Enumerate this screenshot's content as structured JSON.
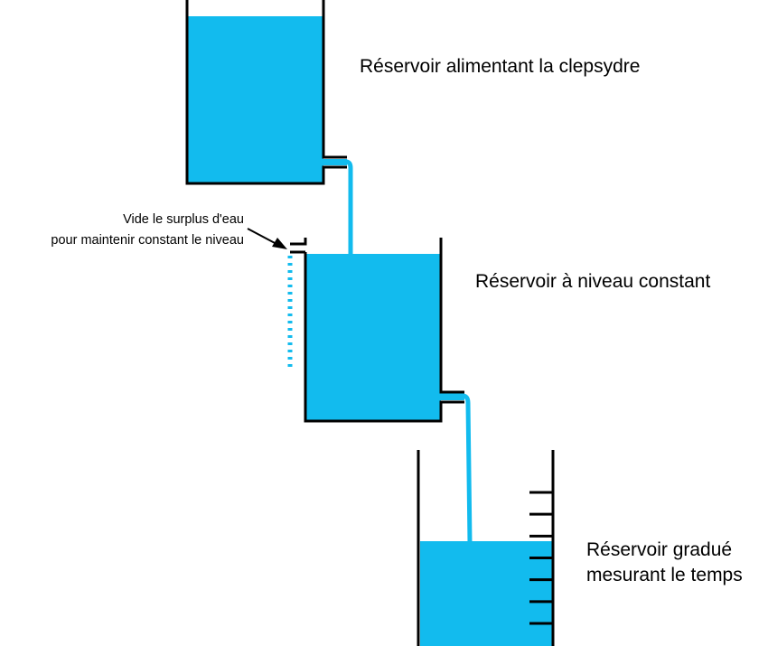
{
  "colors": {
    "water": "#12bbee",
    "outline": "#000000",
    "background": "#ffffff"
  },
  "labels": {
    "feed_reservoir": "Réservoir alimentant la clepsydre",
    "constant_reservoir": "Réservoir à niveau constant",
    "graduated_reservoir_line1": "Réservoir gradué",
    "graduated_reservoir_line2": "mesurant le temps",
    "overflow_line1": "Vide le surplus d'eau",
    "overflow_line2": "pour maintenir constant le niveau"
  },
  "graduation_marks": 7
}
